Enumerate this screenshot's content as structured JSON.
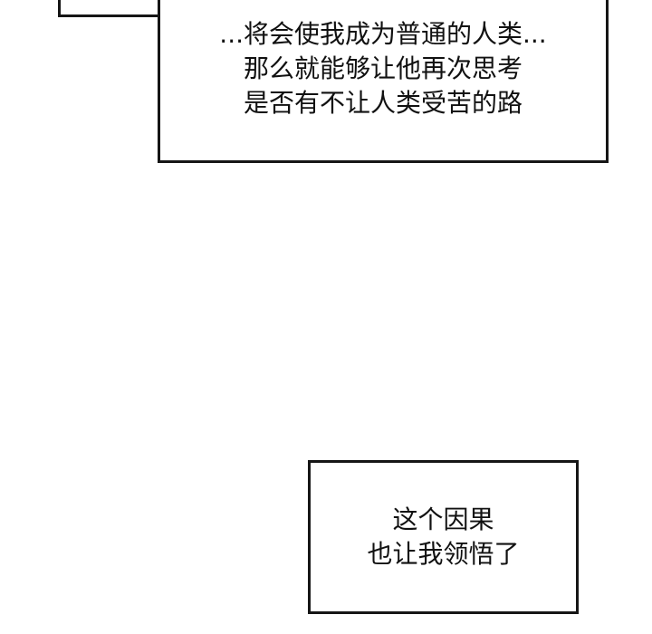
{
  "caption_top": {
    "lines": [
      "...将会使我成为普通的人类...",
      "那么就能够让他再次思考",
      "是否有不让人类受苦的路"
    ]
  },
  "caption_bottom": {
    "lines": [
      "这个因果",
      "也让我领悟了"
    ]
  },
  "colors": {
    "background": "#ffffff",
    "border": "#161616",
    "text": "#111111"
  }
}
